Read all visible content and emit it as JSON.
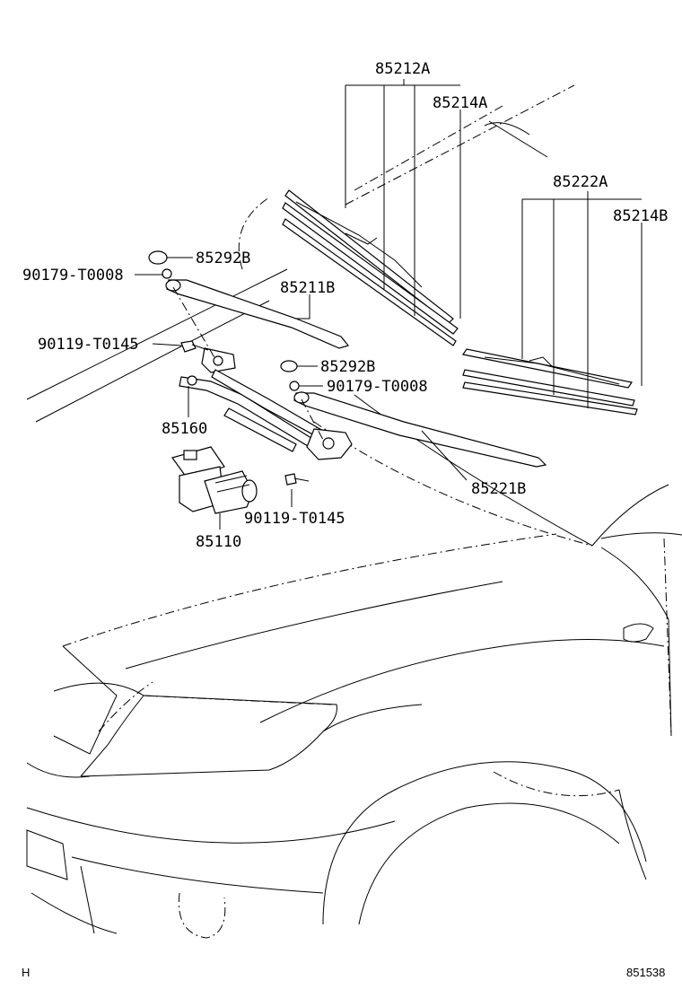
{
  "labels": {
    "p85212A": "85212A",
    "p85214A": "85214A",
    "p85222A": "85222A",
    "p85214B": "85214B",
    "p85292B_1": "85292B",
    "p90179_1": "90179-T0008",
    "p85211B": "85211B",
    "p90119_1": "90119-T0145",
    "p85292B_2": "85292B",
    "p90179_2": "90179-T0008",
    "p85160": "85160",
    "p85221B": "85221B",
    "p90119_2": "90119-T0145",
    "p85110": "85110"
  },
  "footer": {
    "left": "H",
    "right": "851538"
  }
}
